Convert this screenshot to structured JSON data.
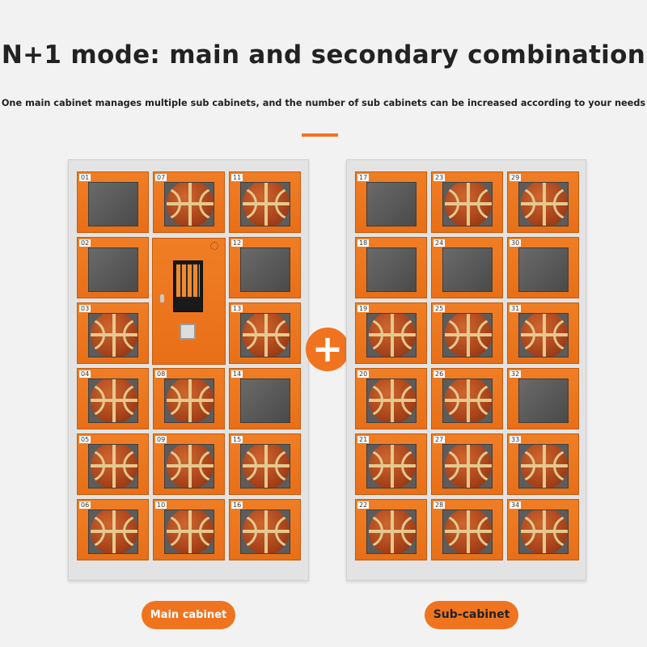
{
  "header": {
    "title": "N+1 mode: main and secondary combination",
    "subtitle": "One main cabinet manages multiple sub cabinets, and the number of sub cabinets can be increased according to your needs"
  },
  "colors": {
    "accent": "#f07420",
    "locker": "#f07e25",
    "background": "#f2f2f2"
  },
  "main_cabinet": {
    "label": "Main cabinet",
    "lockers": [
      {
        "num": "01",
        "content": "empty"
      },
      {
        "num": "02",
        "content": "empty"
      },
      {
        "num": "03",
        "content": "basketball"
      },
      {
        "num": "04",
        "content": "basketball"
      },
      {
        "num": "05",
        "content": "basketball"
      },
      {
        "num": "06",
        "content": "basketball"
      },
      {
        "num": "07",
        "content": "basketball"
      },
      {
        "num": "08",
        "content": "basketball"
      },
      {
        "num": "09",
        "content": "basketball"
      },
      {
        "num": "10",
        "content": "basketball"
      },
      {
        "num": "11",
        "content": "basketball"
      },
      {
        "num": "12",
        "content": "empty"
      },
      {
        "num": "13",
        "content": "basketball"
      },
      {
        "num": "14",
        "content": "empty"
      },
      {
        "num": "15",
        "content": "basketball"
      },
      {
        "num": "16",
        "content": "basketball"
      }
    ]
  },
  "sub_cabinet": {
    "label": "Sub-cabinet",
    "lockers": [
      {
        "num": "17",
        "content": "empty"
      },
      {
        "num": "18",
        "content": "empty"
      },
      {
        "num": "19",
        "content": "basketball"
      },
      {
        "num": "20",
        "content": "basketball"
      },
      {
        "num": "21",
        "content": "basketball"
      },
      {
        "num": "22",
        "content": "basketball"
      },
      {
        "num": "23",
        "content": "basketball"
      },
      {
        "num": "24",
        "content": "empty"
      },
      {
        "num": "25",
        "content": "basketball"
      },
      {
        "num": "26",
        "content": "basketball"
      },
      {
        "num": "27",
        "content": "basketball"
      },
      {
        "num": "28",
        "content": "basketball"
      },
      {
        "num": "29",
        "content": "basketball"
      },
      {
        "num": "30",
        "content": "empty"
      },
      {
        "num": "31",
        "content": "basketball"
      },
      {
        "num": "32",
        "content": "empty"
      },
      {
        "num": "33",
        "content": "basketball"
      },
      {
        "num": "34",
        "content": "basketball"
      }
    ]
  },
  "plus_icon": "plus-icon"
}
